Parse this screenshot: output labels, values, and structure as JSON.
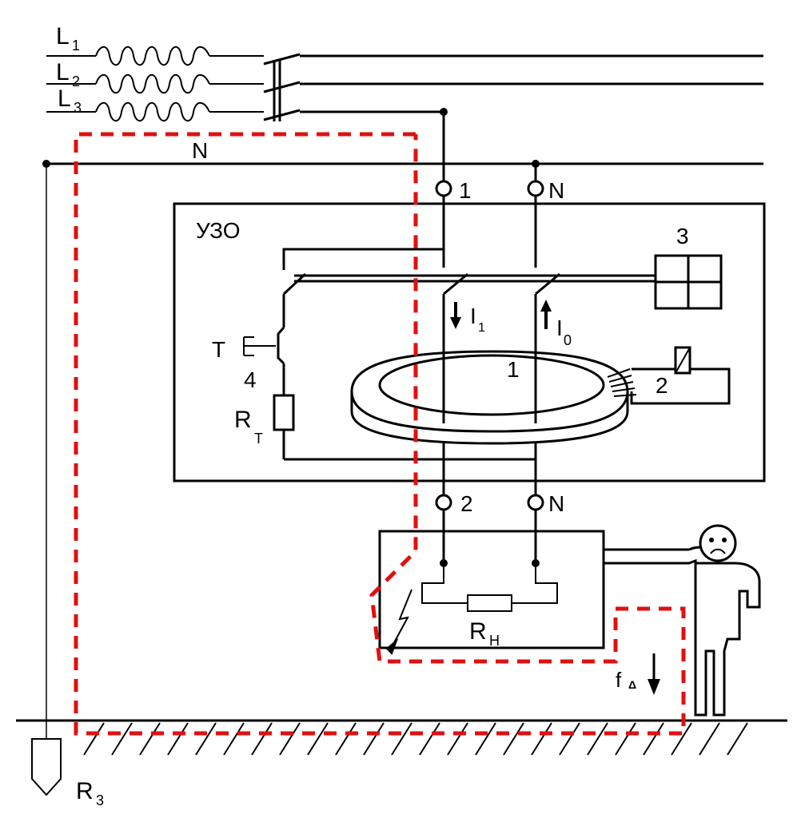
{
  "colors": {
    "wire": "#000000",
    "leakage_path": "#e01010",
    "background": "#ffffff"
  },
  "labels": {
    "L1": "L",
    "L1_sub": "1",
    "L2": "L",
    "L2_sub": "2",
    "L3": "L",
    "L3_sub": "3",
    "N_bus": "N",
    "top_terminal_1": "1",
    "top_terminal_N": "N",
    "rcd": "УЗО",
    "block_3": "3",
    "I1": "I",
    "I1_sub": "1",
    "I0": "I",
    "I0_sub": "0",
    "core_1": "1",
    "coil_2": "2",
    "test_T": "T",
    "test_4": "4",
    "RT": "R",
    "RT_sub": "T",
    "bottom_terminal_2": "2",
    "bottom_terminal_N": "N",
    "RH": "R",
    "RH_sub": "H",
    "fault_current": "f",
    "fault_current_sub": "Δ",
    "R3": "R",
    "R3_sub": "3"
  }
}
